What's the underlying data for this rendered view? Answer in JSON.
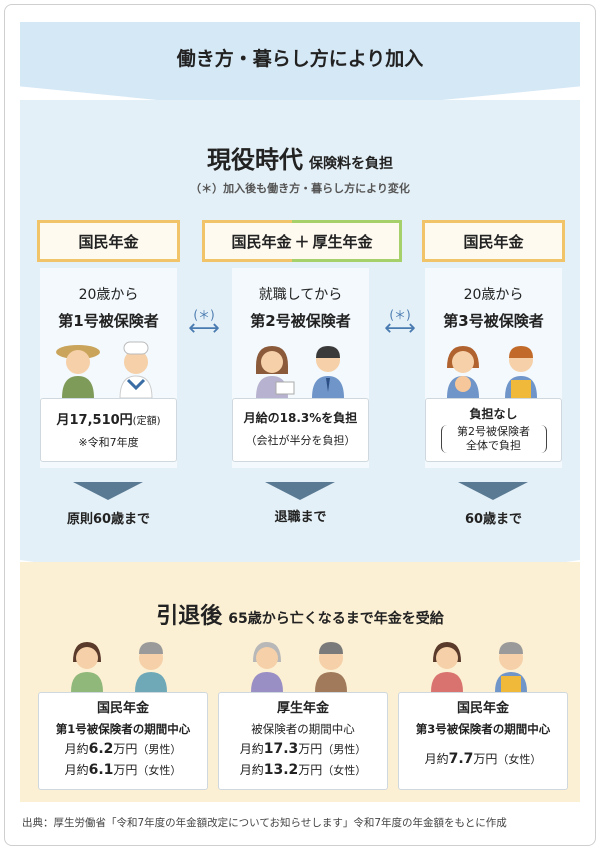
{
  "top": {
    "title": "働き方・暮らし方により加入"
  },
  "active": {
    "title": "現役時代",
    "subtitle": "保険料を負担",
    "note": "（＊）加入後も働き方・暮らし方により変化"
  },
  "swap_label": "(＊)",
  "columns": [
    {
      "label": "国民年金",
      "head_line1": "20歳から",
      "head_line2": "第1号被保険者",
      "info_line1": "月17,510円",
      "info_line1_sub": "(定額)",
      "info_line2": "※令和7年度",
      "end": "原則60歳まで"
    },
    {
      "label_a": "国民年金",
      "label_plus": "＋",
      "label_b": "厚生年金",
      "head_line1": "就職してから",
      "head_line2": "第2号被保険者",
      "info_line1": "月給の18.3%を負担",
      "info_line2": "（会社が半分を負担）",
      "end": "退職まで"
    },
    {
      "label": "国民年金",
      "head_line1": "20歳から",
      "head_line2": "第3号被保険者",
      "info_line1": "負担なし",
      "info_line2": "第2号被保険者",
      "info_line3": "全体で負担",
      "end": "60歳まで"
    }
  ],
  "retired": {
    "title": "引退後",
    "subtitle": "65歳から亡くなるまで年金を受給",
    "cards": [
      {
        "title": "国民年金",
        "sub": "第1号被保険者の期間中心",
        "rows": [
          {
            "pre": "月約",
            "amt": "6.2",
            "unit": "万円",
            "g": "（男性）"
          },
          {
            "pre": "月約",
            "amt": "6.1",
            "unit": "万円",
            "g": "（女性）"
          }
        ]
      },
      {
        "title": "厚生年金",
        "sub": "被保険者の期間中心",
        "rows": [
          {
            "pre": "月約",
            "amt": "17.3",
            "unit": "万円",
            "g": "（男性）"
          },
          {
            "pre": "月約",
            "amt": "13.2",
            "unit": "万円",
            "g": "（女性）"
          }
        ]
      },
      {
        "title": "国民年金",
        "sub": "第3号被保険者の期間中心",
        "rows": [
          {
            "pre": "月約",
            "amt": "7.7",
            "unit": "万円",
            "g": "（女性）"
          }
        ]
      }
    ]
  },
  "source": "出典：厚生労働省「令和7年度の年金額改定についてお知らせします」令和7年度の年金額をもとに作成",
  "colors": {
    "banner": "#d5e8f6",
    "active_bg": "#e4f0f7",
    "retired_bg": "#fcf0d4",
    "label_border": "#f1c46a",
    "label_border_green": "#a6d06a",
    "arrow": "#5a7a93"
  }
}
